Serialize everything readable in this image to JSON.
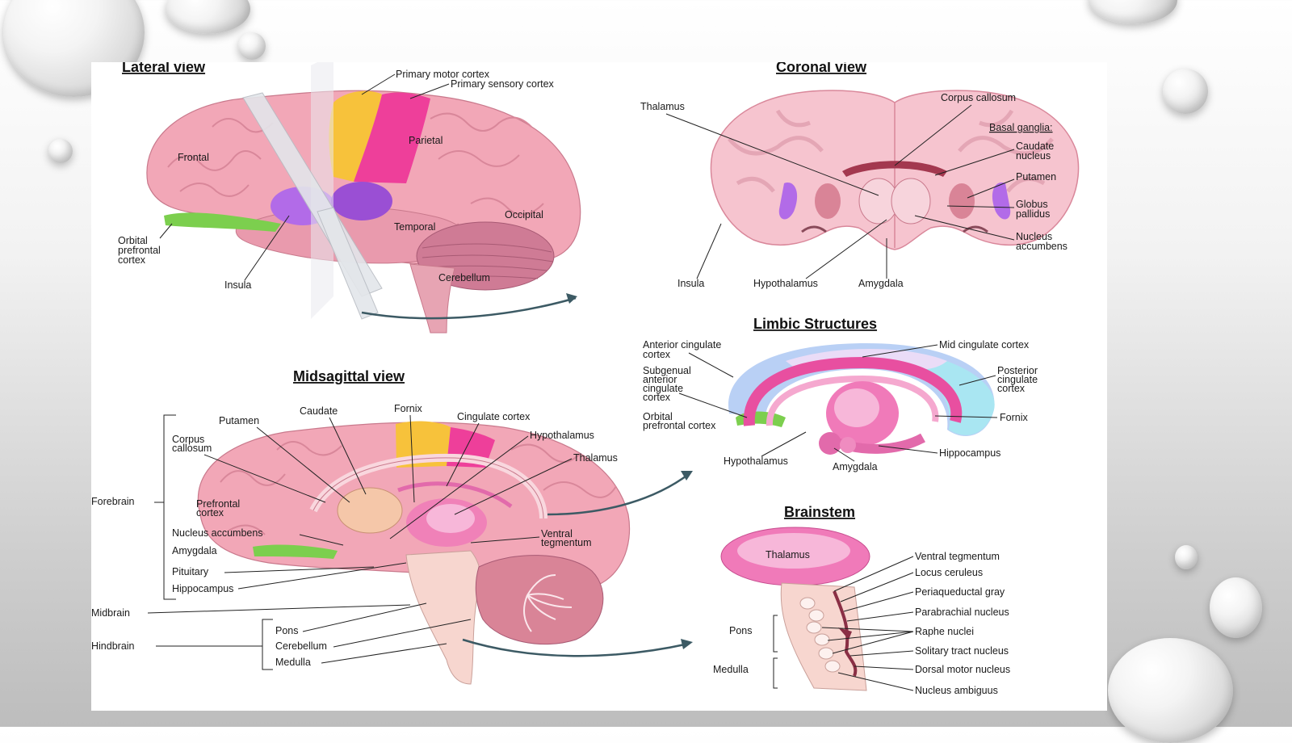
{
  "panels": {
    "lateral": {
      "title": "Lateral view",
      "labels": {
        "primary_motor": "Primary motor cortex",
        "primary_sensory": "Primary sensory cortex",
        "frontal": "Frontal",
        "parietal": "Parietal",
        "occipital": "Occipital",
        "temporal": "Temporal",
        "orbital_1": "Orbital",
        "orbital_2": "prefrontal",
        "orbital_3": "cortex",
        "insula": "Insula",
        "cerebellum": "Cerebellum"
      }
    },
    "coronal": {
      "title": "Coronal view",
      "labels": {
        "thalamus": "Thalamus",
        "corpus_callosum": "Corpus callosum",
        "basal_ganglia": "Basal ganglia:",
        "caudate_1": "Caudate",
        "caudate_2": "nucleus",
        "putamen": "Putamen",
        "globus_1": "Globus",
        "globus_2": "pallidus",
        "nucleus_acc_1": "Nucleus",
        "nucleus_acc_2": "accumbens",
        "insula": "Insula",
        "hypothalamus": "Hypothalamus",
        "amygdala": "Amygdala"
      }
    },
    "limbic": {
      "title": "Limbic Structures",
      "labels": {
        "anterior_cing_1": "Anterior cingulate",
        "anterior_cing_2": "cortex",
        "mid_cing": "Mid cingulate cortex",
        "subgenual_1": "Subgenual",
        "subgenual_2": "anterior",
        "subgenual_3": "cingulate",
        "subgenual_4": "cortex",
        "posterior_1": "Posterior",
        "posterior_2": "cingulate",
        "posterior_3": "cortex",
        "orbital_1": "Orbital",
        "orbital_2": "prefrontal cortex",
        "fornix": "Fornix",
        "hippocampus": "Hippocampus",
        "hypothalamus": "Hypothalamus",
        "amygdala": "Amygdala"
      }
    },
    "midsagittal": {
      "title": "Midsagittal view",
      "labels": {
        "putamen": "Putamen",
        "caudate": "Caudate",
        "fornix": "Fornix",
        "cingulate": "Cingulate cortex",
        "hypothalamus": "Hypothalamus",
        "thalamus": "Thalamus",
        "corpus_1": "Corpus",
        "corpus_2": "callosum",
        "prefrontal_1": "Prefrontal",
        "prefrontal_2": "cortex",
        "nucleus_acc": "Nucleus accumbens",
        "amygdala": "Amygdala",
        "pituitary": "Pituitary",
        "hippocampus": "Hippocampus",
        "ventral_1": "Ventral",
        "ventral_2": "tegmentum",
        "forebrain": "Forebrain",
        "midbrain": "Midbrain",
        "hindbrain": "Hindbrain",
        "pons": "Pons",
        "cerebellum": "Cerebellum",
        "medulla": "Medulla"
      }
    },
    "brainstem": {
      "title": "Brainstem",
      "labels": {
        "thalamus": "Thalamus",
        "ventral_teg": "Ventral tegmentum",
        "locus": "Locus ceruleus",
        "periaqueductal": "Periaqueductal gray",
        "parabrachial": "Parabrachial nucleus",
        "raphe": "Raphe nuclei",
        "solitary": "Solitary tract nucleus",
        "dorsal_motor": "Dorsal motor nucleus",
        "ambiguus": "Nucleus ambiguus",
        "pons": "Pons",
        "medulla": "Medulla"
      }
    }
  },
  "colors": {
    "brain_pink": "#f2a7b7",
    "brain_dark": "#d98497",
    "motor_yellow": "#f7c23b",
    "sensory_magenta": "#ee3f9a",
    "insula_purple": "#b26be8",
    "orbital_green": "#7ccf4e",
    "cingulate_blue": "#a8c4f2",
    "cingulate_cyan": "#a9e6f2",
    "arrow": "#3c5a64"
  }
}
